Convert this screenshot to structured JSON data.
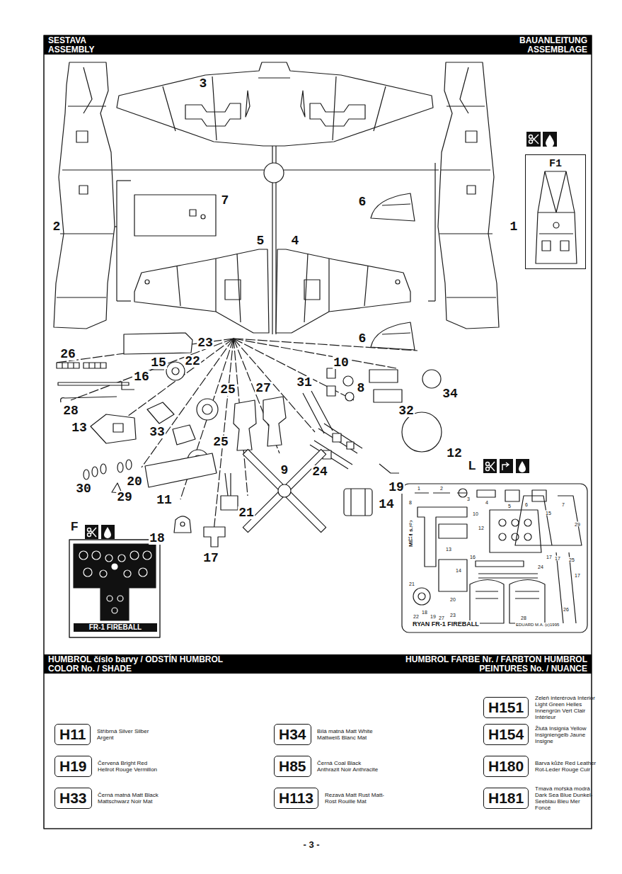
{
  "diagram": {
    "nodes": [
      {
        "text": [
          "SESTAVA ASSEMBLY",
          "BAUANLEITUNG ASSEMBLAGE"
        ]
      },
      {
        "text": [
          "F1"
        ]
      },
      {
        "text": [
          "L",
          "MPM s.r.o",
          "RYAN FR-1 FIREBALL",
          "EDUARD M.A. (c)1995"
        ]
      },
      {
        "text": [
          "F",
          "FR-1 FIREBALL"
        ]
      },
      {
        "text": [
          "HUMBROL číslo barvy / ODSTÍN HUMBROL COLOR No. / SHADE",
          "HUMBROL FARBE Nr. / FARBTON HUMBROL PEINTURES No. / NUANCE"
        ]
      },
      {
        "text": [
          "H151",
          "Zeleň interérová Interior Light Green Helles Innengrün Vert Clair Intérieur"
        ]
      },
      {
        "text": [
          "H11",
          "Stříbrná Silver Silber Argent"
        ]
      },
      {
        "text": [
          "H34",
          "Bílá matná Matt White Mattweiß Blanc Mat"
        ]
      },
      {
        "text": [
          "H154",
          "Žlutá Insignia Yellow Insigniengelb Jaune Insigne"
        ]
      },
      {
        "text": [
          "H19",
          "Červená Bright Red Hellrot Rouge Vermillon"
        ]
      },
      {
        "text": [
          "H85",
          "Černá Coal Black Anthrazit Noir Anthracite"
        ]
      },
      {
        "text": [
          "H180",
          "Barva kůže Red Leather Rot-Leder Rouge Cuir"
        ]
      },
      {
        "text": [
          "H33",
          "Černá matná Matt Black Mattschwarz Noir Mat"
        ]
      },
      {
        "text": [
          "H113",
          "Rezavá Matt Rust Matt-Rost Rouille Mat"
        ]
      },
      {
        "text": [
          "H181",
          "Tmavá mořská modrá Dark Sea Blue Dunkel-Seeblau Bleu Mer Foncé"
        ]
      }
    ],
    "labels": [
      "3",
      "7",
      "2",
      "1",
      "5",
      "4",
      "6",
      "6",
      "23",
      "26",
      "16",
      "15",
      "22",
      "10",
      "8",
      "32",
      "34",
      "28",
      "25",
      "31",
      "27",
      "13",
      "33",
      "25",
      "12",
      "24",
      "19",
      "30",
      "20",
      "29",
      "11",
      "21",
      "9",
      "14",
      "18",
      "17",
      "1",
      "2",
      "3",
      "4",
      "5",
      "6",
      "7",
      "8",
      "9",
      "10",
      "11",
      "12",
      "13",
      "14",
      "15",
      "16",
      "17",
      "18",
      "19",
      "20",
      "21",
      "22",
      "23",
      "24",
      "25",
      "26",
      "27",
      "28",
      "29",
      "17",
      "17",
      "- 3 -"
    ]
  }
}
